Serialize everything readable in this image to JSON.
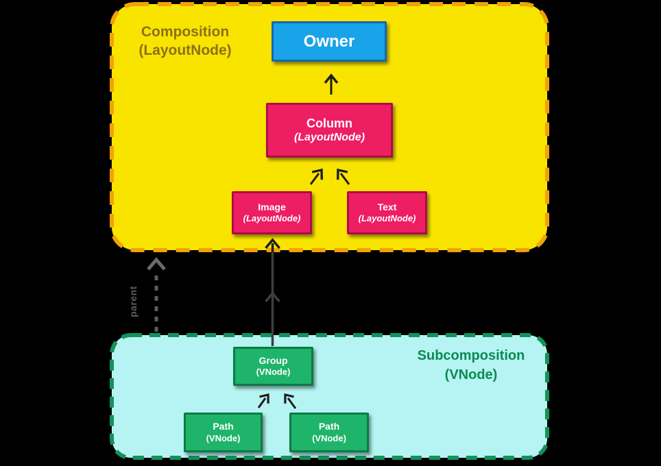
{
  "composition": {
    "label_line1": "Composition",
    "label_line2": "(LayoutNode)",
    "nodes": {
      "owner": {
        "title": "Owner"
      },
      "column": {
        "title": "Column",
        "subtitle": "(LayoutNode)"
      },
      "image": {
        "title": "Image",
        "subtitle": "(LayoutNode)"
      },
      "text": {
        "title": "Text",
        "subtitle": "(LayoutNode)"
      }
    }
  },
  "subcomposition": {
    "label_line1": "Subcomposition",
    "label_line2": "(VNode)",
    "nodes": {
      "group": {
        "title": "Group",
        "subtitle": "(VNode)"
      },
      "path1": {
        "title": "Path",
        "subtitle": "(VNode)"
      },
      "path2": {
        "title": "Path",
        "subtitle": "(VNode)"
      }
    }
  },
  "edges": {
    "parent_label": "parent"
  },
  "colors": {
    "background": "#000000",
    "composition_fill": "#F9E400",
    "composition_border": "#F2A20A",
    "composition_label": "#8C7017",
    "owner_fill": "#19A3E8",
    "owner_border": "#1468AE",
    "layoutnode_fill": "#EE1E63",
    "layoutnode_border": "#AD0C4B",
    "subcomposition_fill": "#B5F4F2",
    "subcomposition_border": "#12925A",
    "subcomposition_label": "#0C8A52",
    "vnode_fill": "#1EB469",
    "vnode_border": "#0D7A45",
    "arrow_black": "#1E1E1E",
    "arrow_gray": "#3E3E3E",
    "parent_arrow_gray": "#5C5C5C"
  }
}
